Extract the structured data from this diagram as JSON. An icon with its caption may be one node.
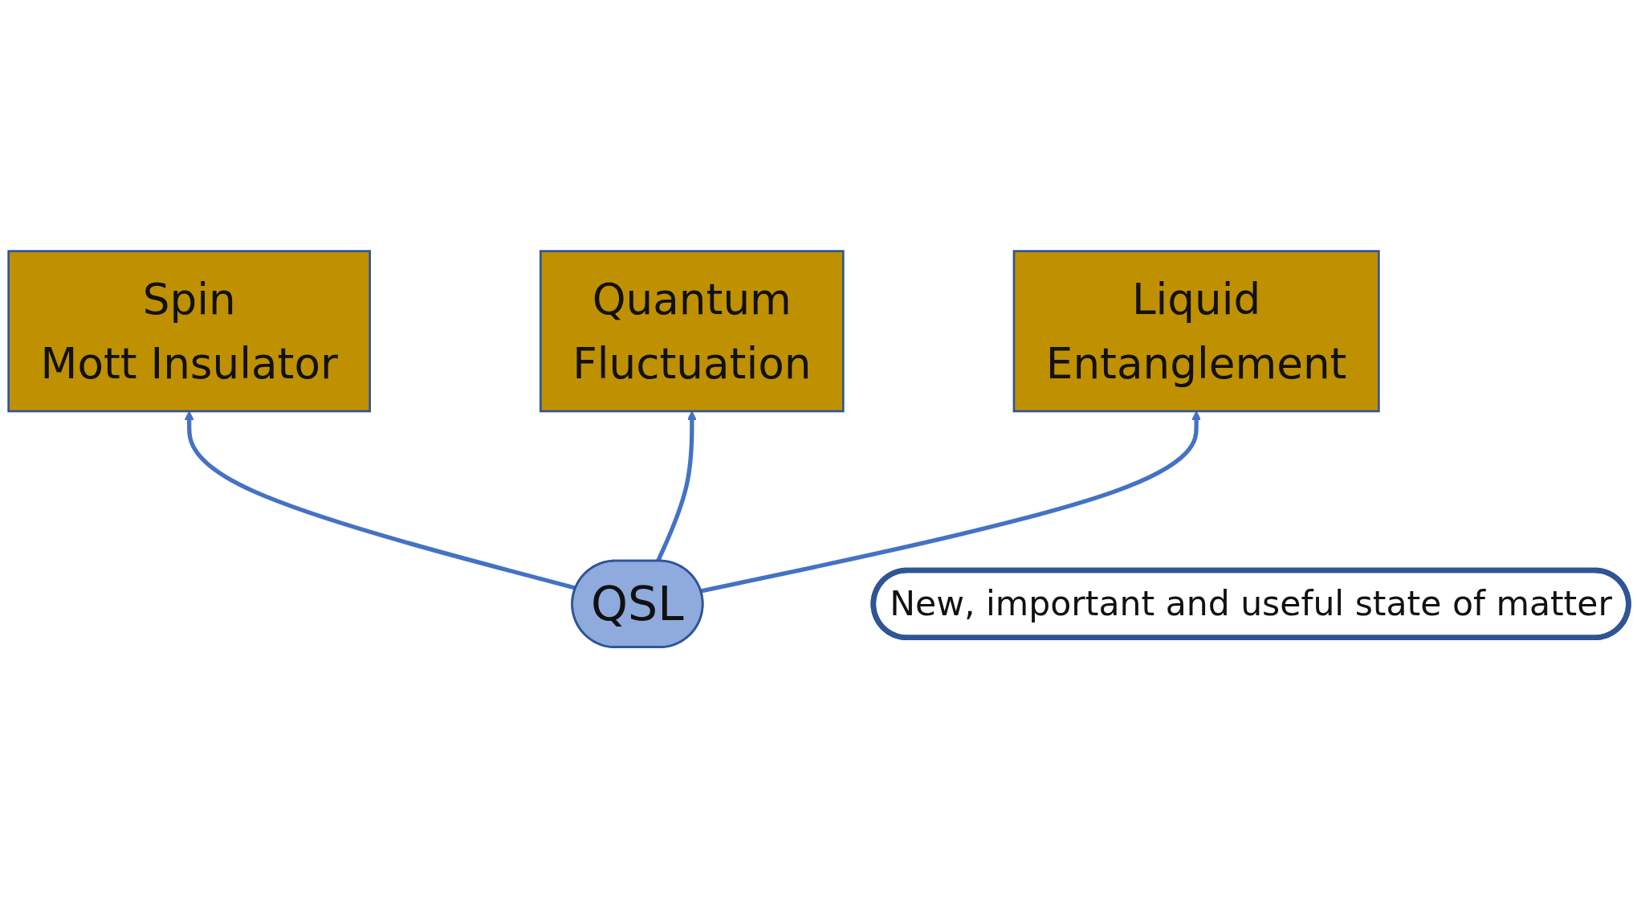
{
  "diagram": {
    "nodes": [
      {
        "text": [
          "Spin",
          "Mott Insulator"
        ]
      },
      {
        "text": [
          "QSL"
        ]
      },
      {
        "text": [
          "Quantum",
          "Fluctuation"
        ]
      },
      {
        "text": [
          "Liquid",
          "Entanglement"
        ]
      },
      {
        "text": [
          "New, important and useful state of matter"
        ]
      }
    ],
    "edges": [
      {
        "from": 1,
        "to": 0,
        "arrow": "to",
        "color": "#4472c4"
      },
      {
        "from": 1,
        "to": 2,
        "arrow": "to",
        "color": "#4472c4"
      },
      {
        "from": 1,
        "to": 3,
        "arrow": "to",
        "color": "#4472c4"
      }
    ]
  }
}
